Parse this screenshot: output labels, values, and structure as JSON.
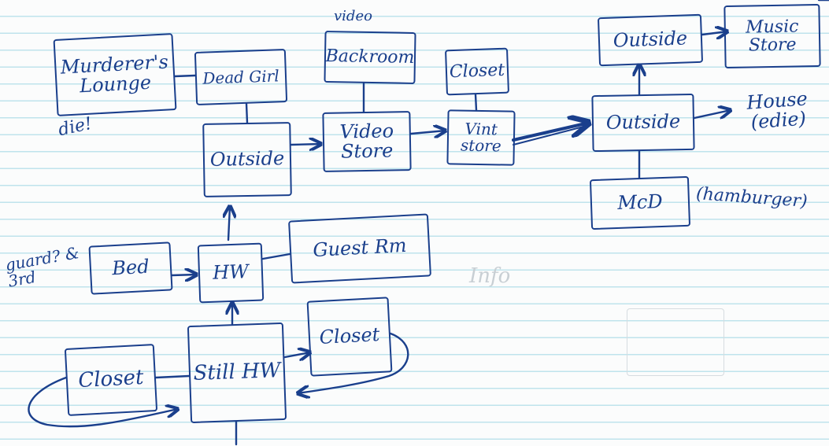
{
  "nodes": {
    "murderers_lounge": "Murderer's Lounge",
    "dead_girl": "Dead Girl",
    "backroom": "Backroom",
    "closet_top": "Closet",
    "outside_left": "Outside",
    "video_store": "Video Store",
    "vint_store": "Vint store",
    "outside_top": "Outside",
    "music_store": "Music Store",
    "outside_mid": "Outside",
    "mcd": "McD",
    "bed": "Bed",
    "hw": "HW",
    "guest_rm": "Guest Rm",
    "closet_left": "Closet",
    "still_hw": "Still HW",
    "closet_right": "Closet"
  },
  "labels": {
    "die": "die!",
    "video": "video",
    "house_edie": "House (edie)",
    "hamburger": "(hamburger)",
    "guard": "guard? & 3rd"
  },
  "ghost": {
    "info": "Info"
  }
}
